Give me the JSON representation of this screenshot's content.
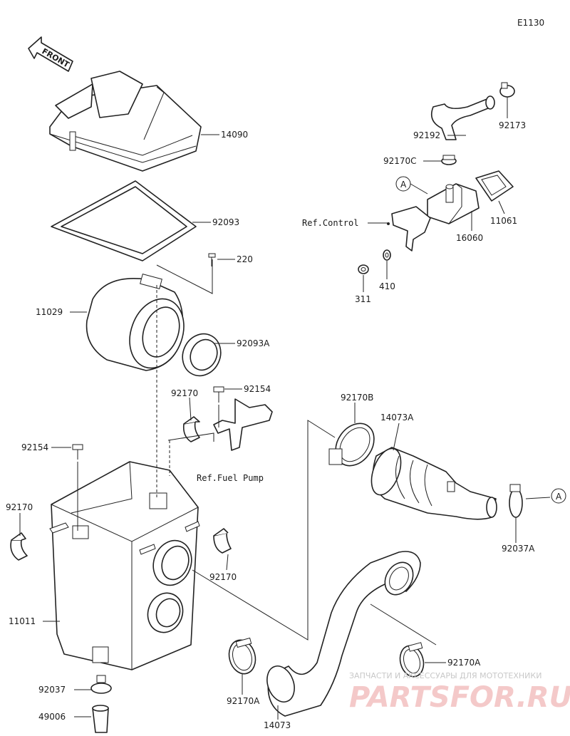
{
  "diagram": {
    "code": "E1130",
    "front_label": "FRONT",
    "parts": {
      "p14090": "14090",
      "p92093": "92093",
      "p220": "220",
      "p11029": "11029",
      "p92093A": "92093A",
      "p92170_top": "92170",
      "p92154_top": "92154",
      "p92154_left": "92154",
      "p92170_left": "92170",
      "p92170_mid": "92170",
      "p11011": "11011",
      "p92037": "92037",
      "p49006": "49006",
      "p92170A_bottom": "92170A",
      "p14073": "14073",
      "p92170A_right": "92170A",
      "p92170B": "92170B",
      "p14073A": "14073A",
      "p92037A": "92037A",
      "p92192": "92192",
      "p92173": "92173",
      "p92170C": "92170C",
      "p11061": "11061",
      "p16060": "16060",
      "p311": "311",
      "p410": "410"
    },
    "refs": {
      "control": "Ref.Control",
      "fuel_pump": "Ref.Fuel Pump"
    },
    "callouts": {
      "a_upper": "A",
      "a_right": "A"
    }
  },
  "watermark": {
    "tagline": "ЗАПЧАСТИ И АКСЕССУАРЫ ДЛЯ МОТОТЕХНИКИ",
    "brand": "PARTSFOR.RU"
  }
}
